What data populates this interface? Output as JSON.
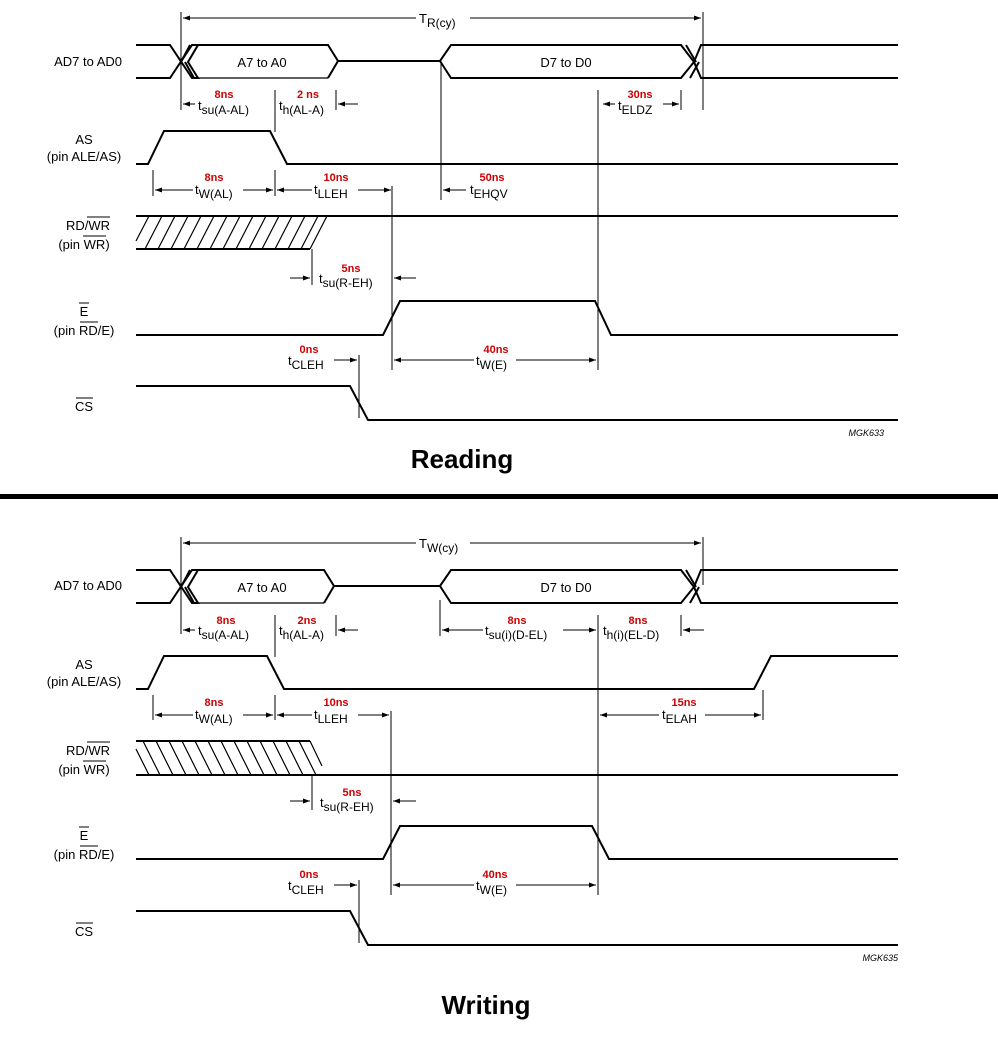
{
  "reading": {
    "title": "Reading",
    "figure_code": "MGK633",
    "cycle": {
      "main": "T",
      "sub": "R(cy)"
    },
    "signals": {
      "ad": "AD7 to AD0",
      "as_1": "AS",
      "as_2": "(pin ALE/AS)",
      "rdwr_1a": "RD/",
      "rdwr_1b": "WR",
      "rdwr_2a": "(pin ",
      "rdwr_2b": "WR",
      "rdwr_2c": ")",
      "e_1": "E",
      "e_2a": "(pin ",
      "e_2b": "RD",
      "e_2c": "/E)",
      "cs": "CS"
    },
    "bus": {
      "address": "A7 to A0",
      "data": "D7 to D0"
    },
    "timings": {
      "tsu_aal": {
        "main": "t",
        "sub": "su(A-AL)",
        "value": "8ns"
      },
      "th_ala": {
        "main": "t",
        "sub": "h(AL-A)",
        "value": "2 ns"
      },
      "teldz": {
        "main": "t",
        "sub": "ELDZ",
        "value": "30ns"
      },
      "tw_al": {
        "main": "t",
        "sub": "W(AL)",
        "value": "8ns"
      },
      "tlleh": {
        "main": "t",
        "sub": "LLEH",
        "value": "10ns"
      },
      "tehqv": {
        "main": "t",
        "sub": "EHQV",
        "value": "50ns"
      },
      "tsu_reh": {
        "main": "t",
        "sub": "su(R-EH)",
        "value": "5ns"
      },
      "tcleh": {
        "main": "t",
        "sub": "CLEH",
        "value": "0ns"
      },
      "tw_e": {
        "main": "t",
        "sub": "W(E)",
        "value": "40ns"
      }
    }
  },
  "writing": {
    "title": "Writing",
    "figure_code": "MGK635",
    "cycle": {
      "main": "T",
      "sub": "W(cy)"
    },
    "signals": {
      "ad": "AD7 to AD0",
      "as_1": "AS",
      "as_2": "(pin ALE/AS)",
      "rdwr_1a": "RD/",
      "rdwr_1b": "WR",
      "rdwr_2a": "(pin ",
      "rdwr_2b": "WR",
      "rdwr_2c": ")",
      "e_1": "E",
      "e_2a": "(pin ",
      "e_2b": "RD",
      "e_2c": "/E)",
      "cs": "CS"
    },
    "bus": {
      "address": "A7 to A0",
      "data": "D7 to D0"
    },
    "timings": {
      "tsu_aal": {
        "main": "t",
        "sub": "su(A-AL)",
        "value": "8ns"
      },
      "th_ala": {
        "main": "t",
        "sub": "h(AL-A)",
        "value": "2ns"
      },
      "tsu_del": {
        "main": "t",
        "sub": "su(i)(D-EL)",
        "value": "8ns"
      },
      "th_eld": {
        "main": "t",
        "sub": "h(i)(EL-D)",
        "value": "8ns"
      },
      "tw_al": {
        "main": "t",
        "sub": "W(AL)",
        "value": "8ns"
      },
      "tlleh": {
        "main": "t",
        "sub": "LLEH",
        "value": "10ns"
      },
      "telah": {
        "main": "t",
        "sub": "ELAH",
        "value": "15ns"
      },
      "tsu_reh": {
        "main": "t",
        "sub": "su(R-EH)",
        "value": "5ns"
      },
      "tcleh": {
        "main": "t",
        "sub": "CLEH",
        "value": "0ns"
      },
      "tw_e": {
        "main": "t",
        "sub": "W(E)",
        "value": "40ns"
      }
    }
  }
}
